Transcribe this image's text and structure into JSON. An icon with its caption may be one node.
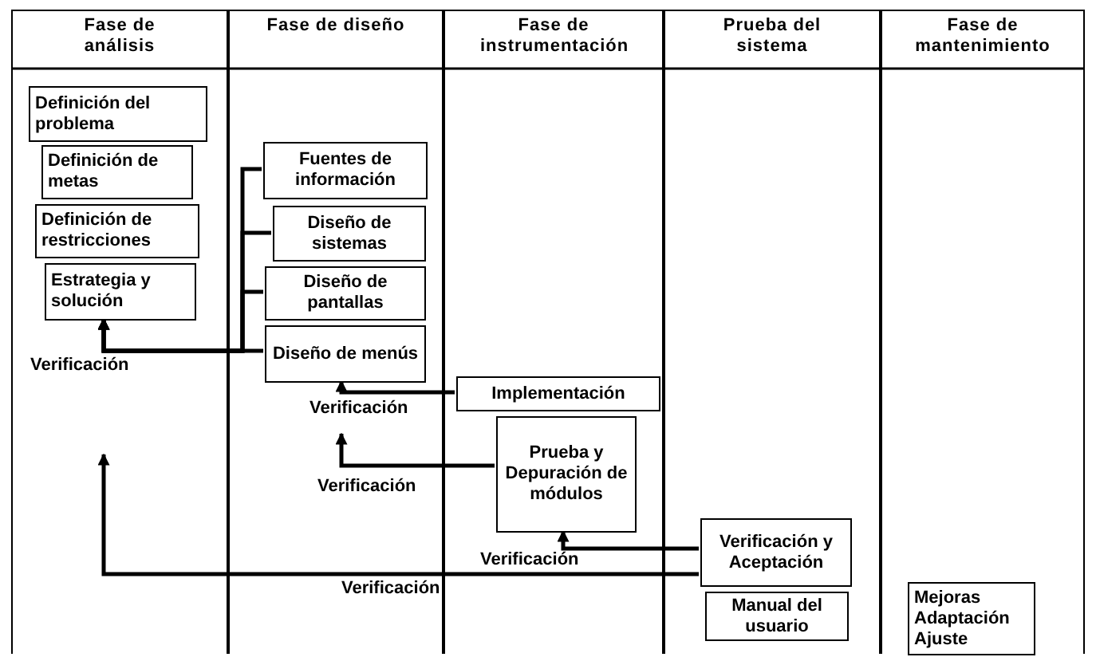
{
  "diagram": {
    "nodes": [
      {
        "text": [
          "Fase de análisis"
        ]
      },
      {
        "text": [
          "Definición del problema"
        ],
        "in": 0
      },
      {
        "text": [
          "Definición de metas"
        ],
        "in": 0
      },
      {
        "text": [
          "Definición de restricciones"
        ],
        "in": 0
      },
      {
        "text": [
          "Estrategia y solución"
        ],
        "in": 0
      },
      {
        "text": [
          "Fase de diseño"
        ]
      },
      {
        "text": [
          "Fuentes de información"
        ],
        "in": 5
      },
      {
        "text": [
          "Diseño de sistemas"
        ],
        "in": 5
      },
      {
        "text": [
          "Diseño de pantallas"
        ],
        "in": 5
      },
      {
        "text": [
          "Diseño de menús"
        ],
        "in": 5
      },
      {
        "text": [
          "Fase de instrumentación"
        ]
      },
      {
        "text": [
          "Implementación"
        ],
        "in": 10
      },
      {
        "text": [
          "Prueba y Depuración de módulos"
        ],
        "in": 10
      },
      {
        "text": [
          "Prueba del sistema"
        ]
      },
      {
        "text": [
          "Verificación y Aceptación"
        ],
        "in": 13
      },
      {
        "text": [
          "Manual del usuario"
        ],
        "in": 13
      },
      {
        "text": [
          "Fase de mantenimiento"
        ]
      },
      {
        "text": [
          "Mejoras Adaptación Ajuste"
        ],
        "in": 16
      }
    ],
    "edges": [
      {
        "from": 6,
        "to": 4,
        "arrow": "to"
      },
      {
        "from": 7,
        "to": 4,
        "arrow": "to"
      },
      {
        "from": 8,
        "to": 4,
        "arrow": "to"
      },
      {
        "from": 9,
        "to": 4,
        "label": "Verificación",
        "arrow": "to"
      },
      {
        "from": 11,
        "to": 9,
        "label": "Verificación",
        "arrow": "to"
      },
      {
        "from": 12,
        "to": null,
        "label": "Verificación",
        "arrow": "to"
      },
      {
        "from": 14,
        "to": 12,
        "label": "Verificación",
        "arrow": "to"
      },
      {
        "from": 14,
        "to": null,
        "label": "Verificación",
        "arrow": "to"
      }
    ]
  }
}
